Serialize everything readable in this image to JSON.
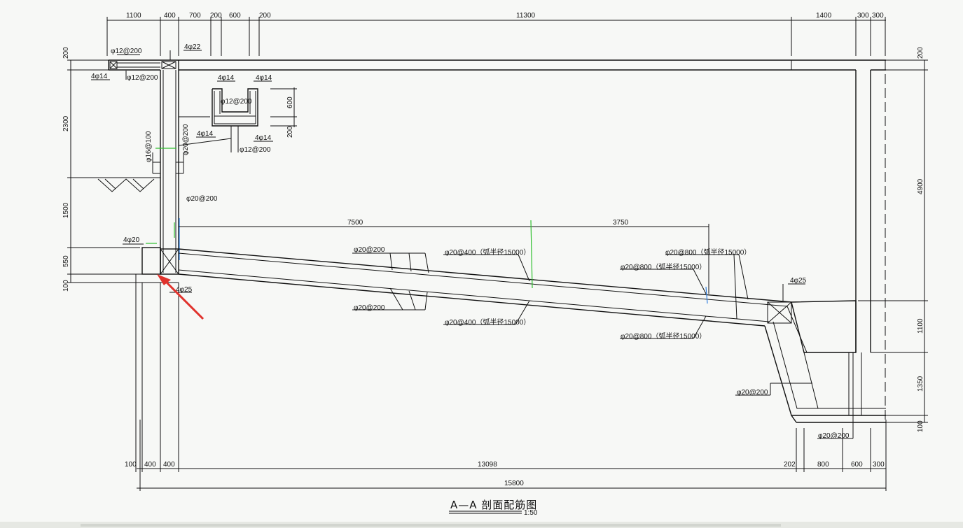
{
  "top_dims": [
    "1100",
    "400",
    "700",
    "200",
    "600",
    "200",
    "11300",
    "1400",
    "300",
    "300"
  ],
  "bottom_dims": [
    "100",
    "400",
    "400",
    "13098",
    "202",
    "800",
    "600",
    "300"
  ],
  "overall_dim": "15800",
  "left_dims": [
    "200",
    "2300",
    "1500",
    "550",
    "100"
  ],
  "right_dims": [
    "200",
    "4900",
    "1100",
    "1350",
    "100"
  ],
  "span_dims": [
    "7500",
    "3750"
  ],
  "detail_dims": [
    "600",
    "200"
  ],
  "labels": {
    "slab_top_left": "φ12@200",
    "slab_bot_left": "φ12@200",
    "slab_side": "4φ14",
    "beam_top_corner": "4φ22",
    "beam_tl": "4φ14",
    "beam_tr": "4φ14",
    "beam_mid": "φ12@200",
    "beam_bl": "4φ14",
    "beam_br": "4φ14",
    "beam_bot": "φ12@200",
    "wall_left": "φ16@100",
    "wall_right": "φ20@200",
    "wall_low": "φ20@200",
    "base_top": "4φ20",
    "base_bot": "4φ25",
    "ramp_top_1": "φ20@200",
    "ramp_top_2": "φ20@400（弧半径15000）",
    "ramp_top_3": "φ20@800（弧半径15000）",
    "ramp_mid_3": "φ20@800（弧半径15000）",
    "ramp_bot_1": "φ20@200",
    "ramp_bot_2": "φ20@400（弧半径15000）",
    "ramp_bot_3": "φ20@800（弧半径15000）",
    "pit_top": "4φ25",
    "pit_wall": "φ20@200",
    "pit_bottom": "φ20@200"
  },
  "title": "A—A 剖面配筋图",
  "scale": "1:50"
}
